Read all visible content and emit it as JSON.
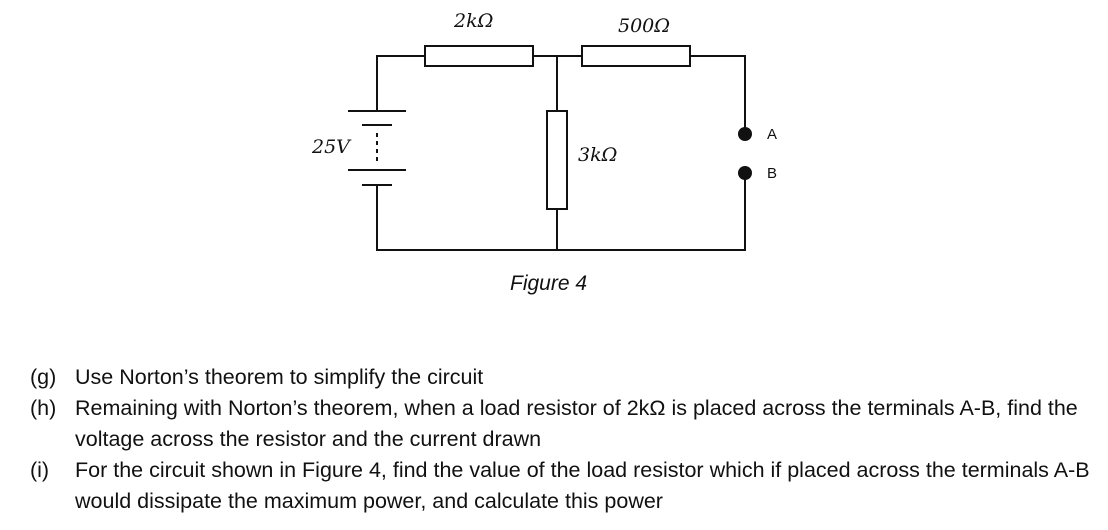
{
  "figure": {
    "caption": "Figure 4",
    "labels": {
      "r1": "2kΩ",
      "r2": "500Ω",
      "r3": "3kΩ",
      "source": "25V",
      "terminal_a": "A",
      "terminal_b": "B"
    }
  },
  "questions": [
    {
      "label": "(g)",
      "text": "Use Norton’s theorem to simplify the circuit"
    },
    {
      "label": "(h)",
      "text": "Remaining with Norton’s theorem, when a load resistor of 2kΩ is placed across the terminals A-B, find the voltage across the resistor and the current drawn"
    },
    {
      "label": "(i)",
      "text": "For the circuit shown in Figure 4, find the value of the load resistor which if placed across the terminals A-B would dissipate the maximum power, and calculate this power"
    }
  ]
}
